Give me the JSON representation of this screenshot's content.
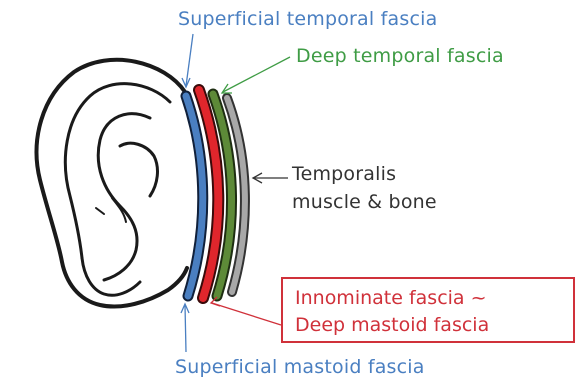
{
  "labels": {
    "superficial_temporal_fascia": "Superficial temporal fascia",
    "deep_temporal_fascia": "Deep temporal fascia",
    "temporalis_line1": "Temporalis",
    "temporalis_line2": "muscle &  bone",
    "innominate_line1": "Innominate fascia ~",
    "innominate_line2": "Deep mastoid fascia",
    "superficial_mastoid_fascia": "Superficial mastoid fascia"
  },
  "colors": {
    "superficial_fascia": "#4a7fc1",
    "innominate_fascia": "#e0262c",
    "deep_temporal_fascia": "#5d8a38",
    "temporalis": "#a8a8a8",
    "ear_outline": "#1a1a1a"
  }
}
